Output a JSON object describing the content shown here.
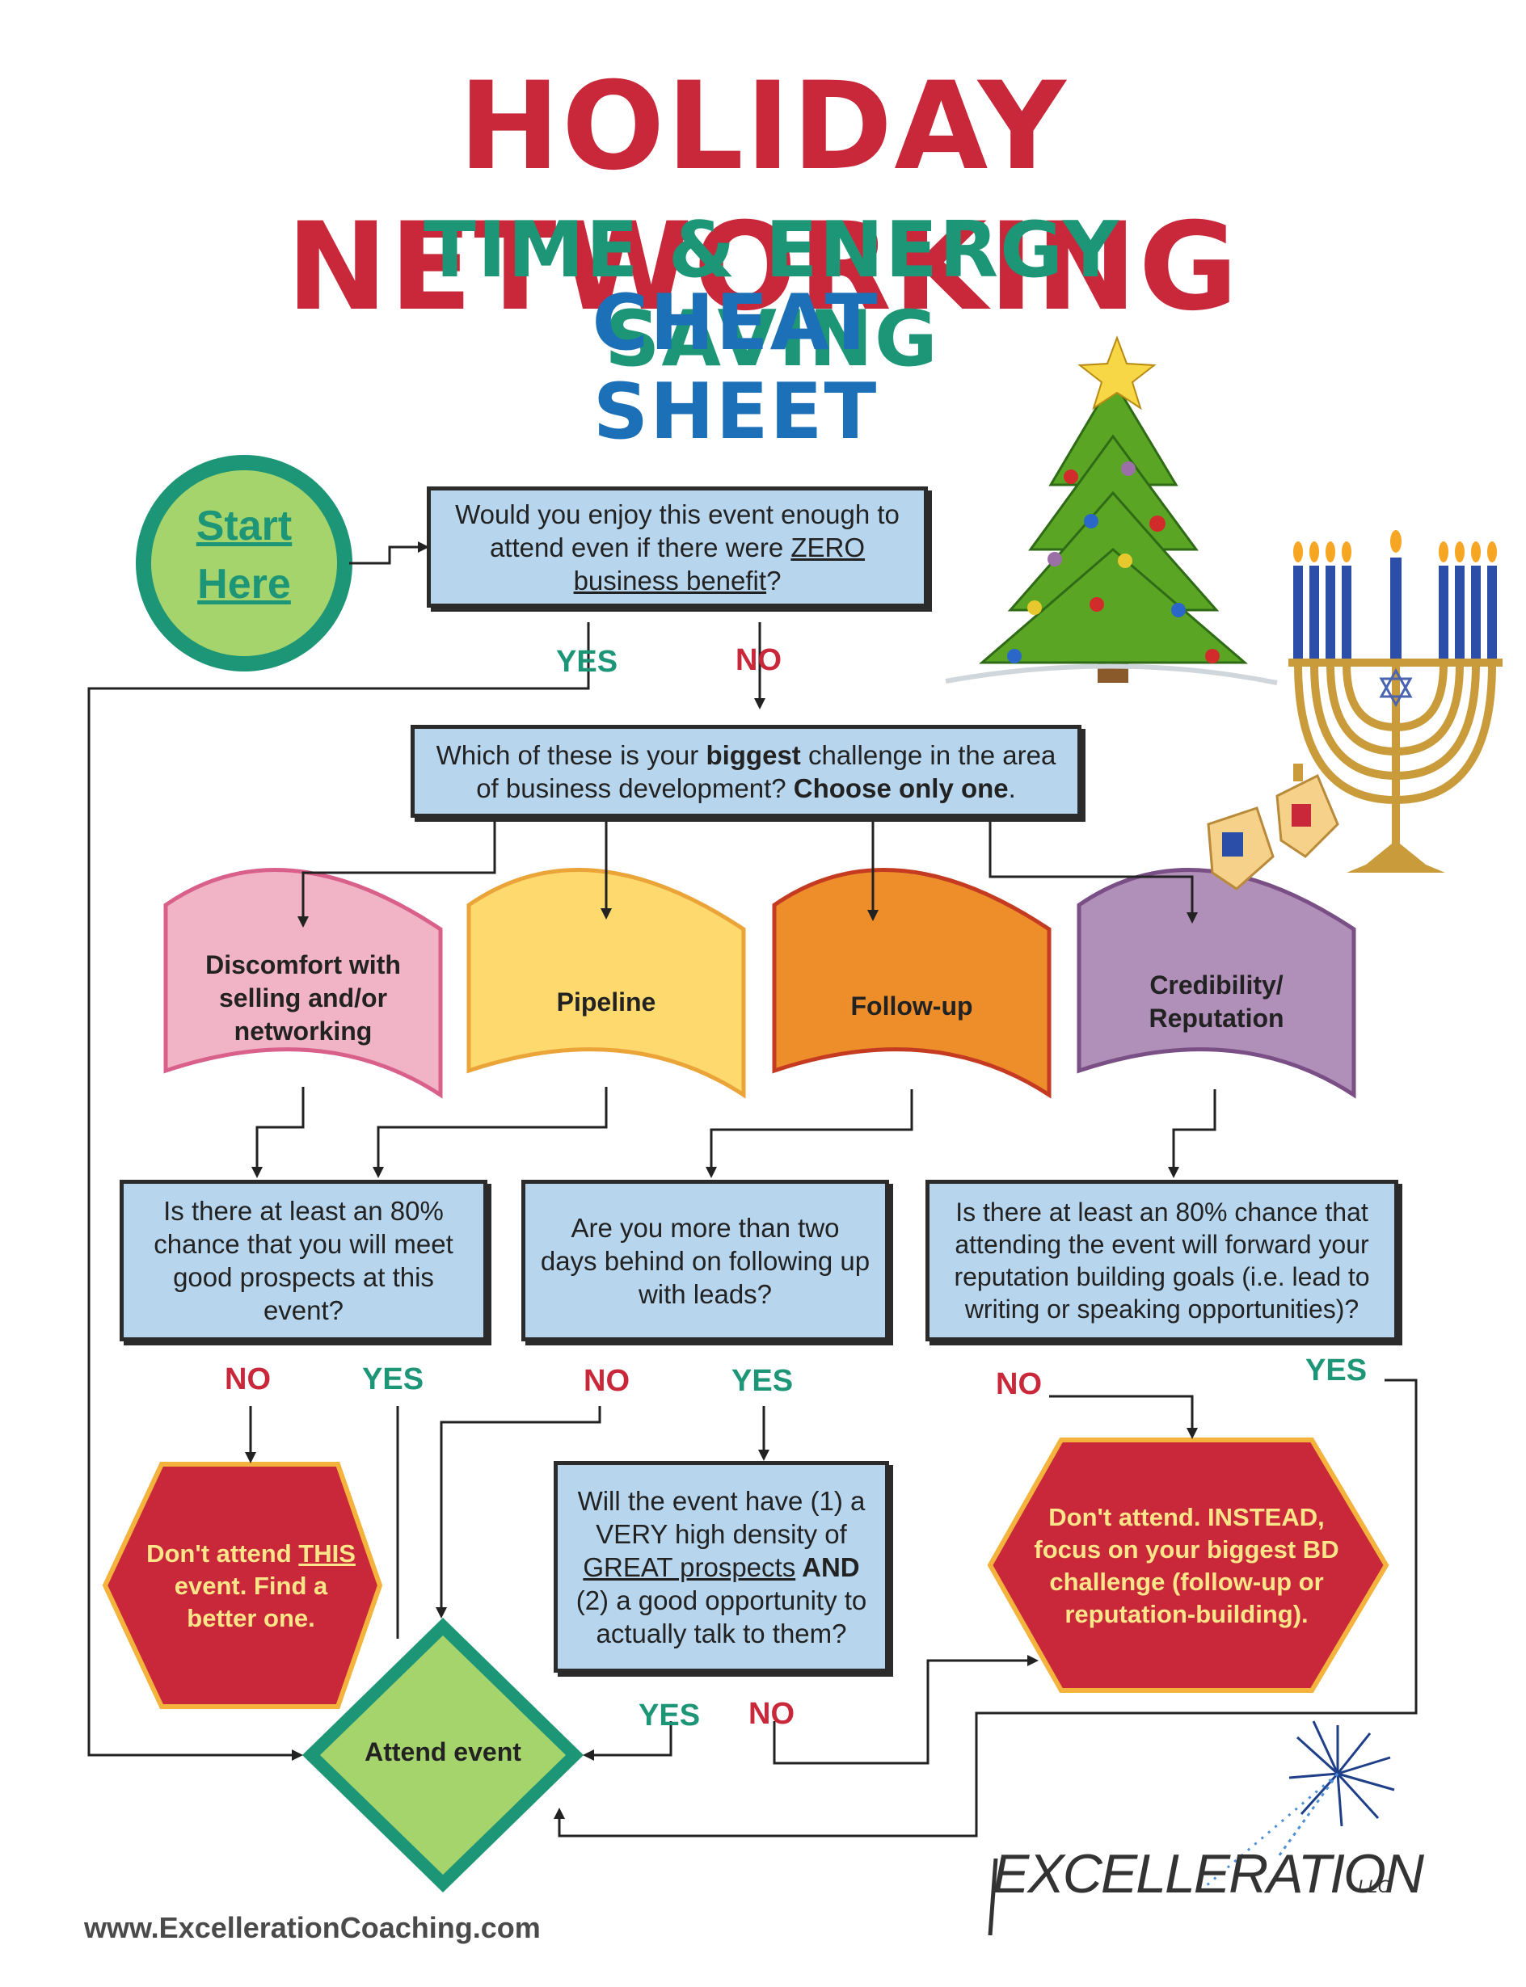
{
  "header": {
    "title": "HOLIDAY NETWORKING",
    "subtitle": "TIME & ENERGY SAVING",
    "subtitle2": "CHEAT SHEET"
  },
  "start": {
    "line1": "Start",
    "line2": "Here"
  },
  "q1": {
    "a": "Would you enjoy this event enough to",
    "b": "attend even if there were ",
    "c": "ZERO",
    "d": "business benefit",
    "e": "?"
  },
  "q1_yes": "YES",
  "q1_no": "NO",
  "q2": {
    "a": "Which of these is your ",
    "b": "biggest",
    "c": " challenge in the area",
    "d": "of business development? ",
    "e": "Choose only one",
    "f": "."
  },
  "challenges": {
    "discomfort": "Discomfort with selling and/or networking",
    "pipeline": "Pipeline",
    "followup": "Follow-up",
    "credibility": "Credibility/ Reputation"
  },
  "q3": "Is there at least an 80% chance that you will meet good prospects at this event?",
  "q3_no": "NO",
  "q3_yes": "YES",
  "q4": "Are you more than two days behind on following up with leads?",
  "q4_no": "NO",
  "q4_yes": "YES",
  "q5": "Is there at least an 80% chance that attending the event will forward your reputation building goals (i.e. lead to writing or speaking opportunities)?",
  "q5_no": "NO",
  "q5_yes": "YES",
  "q6": {
    "a": "Will the event have (1) a VERY high density of ",
    "b": "GREAT prospects",
    "c": " AND",
    "d": " (2) a good opportunity to actually talk to them?"
  },
  "q6_yes": "YES",
  "q6_no": "NO",
  "dont_attend_this": {
    "a": "Don't attend ",
    "b": "THIS",
    "c": " event. Find a better one."
  },
  "dont_attend_instead": "Don't attend. INSTEAD, focus on your biggest BD challenge (follow-up or reputation-building).",
  "attend_event": "Attend event",
  "footer": {
    "url": "www.ExcellerationCoaching.com",
    "logo": "EXCELLERATION",
    "logo_suffix": "LLC"
  },
  "colors": {
    "title_red": "#c8283a",
    "teal": "#1d9577",
    "blue": "#1c70b8",
    "box_fill": "#b7d6ee",
    "start_fill": "#a6d46c",
    "start_ring": "#1d9577",
    "pink": "#f1b3c6",
    "yellow": "#fdd96e",
    "orange": "#ee8e2a",
    "purple": "#b08fb8",
    "hex_red": "#c8283a"
  }
}
